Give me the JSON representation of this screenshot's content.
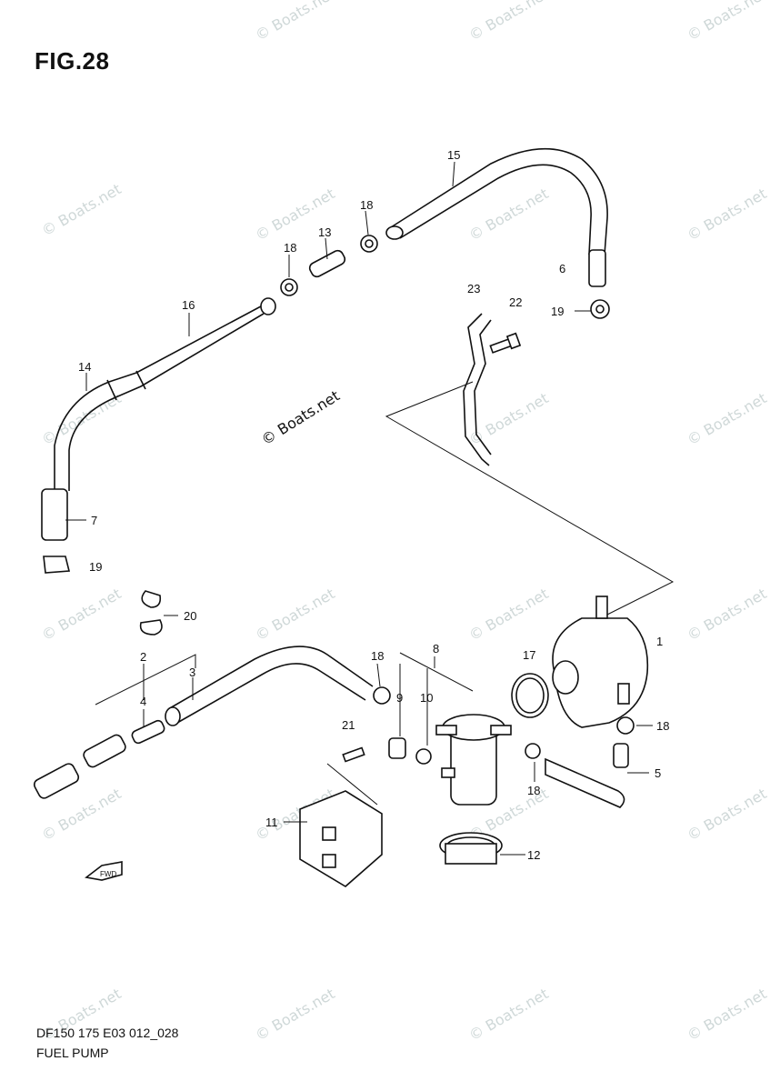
{
  "figure": {
    "title": "FIG.28"
  },
  "footer": {
    "code": "DF150 175 E03 012_028",
    "name": "FUEL PUMP"
  },
  "watermark": {
    "text": "© Boats.net"
  },
  "front_badge": {
    "text": "FWD"
  },
  "callouts": [
    "1",
    "2",
    "3",
    "4",
    "5",
    "6",
    "7",
    "8",
    "9",
    "10",
    "11",
    "12",
    "13",
    "14",
    "15",
    "16",
    "17",
    "18",
    "18",
    "18",
    "18",
    "18",
    "19",
    "19",
    "20",
    "21",
    "22",
    "23"
  ]
}
